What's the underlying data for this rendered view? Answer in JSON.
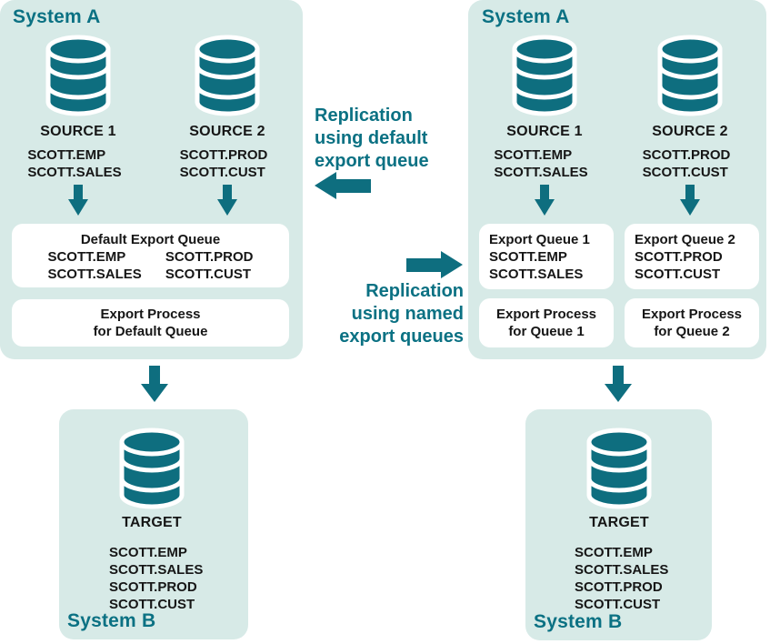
{
  "colors": {
    "teal_shape": "#0e6e7f",
    "teal_text": "#0b7183",
    "panel_background": "#d7eae7",
    "box_background": "#ffffff",
    "body_text": "#161616"
  },
  "panels": {
    "left_a": {
      "label": "System A",
      "sources": [
        {
          "name": "SOURCE 1",
          "schemas": [
            "SCOTT.EMP",
            "SCOTT.SALES"
          ]
        },
        {
          "name": "SOURCE 2",
          "schemas": [
            "SCOTT.PROD",
            "SCOTT.CUST"
          ]
        }
      ],
      "queue": {
        "title": "Default Export Queue",
        "columns": [
          [
            "SCOTT.EMP",
            "SCOTT.SALES"
          ],
          [
            "SCOTT.PROD",
            "SCOTT.CUST"
          ]
        ]
      },
      "process": [
        "Export Process",
        "for Default Queue"
      ]
    },
    "right_a": {
      "label": "System A",
      "sources": [
        {
          "name": "SOURCE 1",
          "schemas": [
            "SCOTT.EMP",
            "SCOTT.SALES"
          ]
        },
        {
          "name": "SOURCE 2",
          "schemas": [
            "SCOTT.PROD",
            "SCOTT.CUST"
          ]
        }
      ],
      "queues": [
        {
          "title": "Export Queue 1",
          "schemas": [
            "SCOTT.EMP",
            "SCOTT.SALES"
          ]
        },
        {
          "title": "Export Queue 2",
          "schemas": [
            "SCOTT.PROD",
            "SCOTT.CUST"
          ]
        }
      ],
      "processes": [
        [
          "Export Process",
          "for Queue 1"
        ],
        [
          "Export Process",
          "for Queue 2"
        ]
      ]
    },
    "left_b": {
      "label": "System B",
      "target": "TARGET",
      "schemas": [
        "SCOTT.EMP",
        "SCOTT.SALES",
        "SCOTT.PROD",
        "SCOTT.CUST"
      ]
    },
    "right_b": {
      "label": "System B",
      "target": "TARGET",
      "schemas": [
        "SCOTT.EMP",
        "SCOTT.SALES",
        "SCOTT.PROD",
        "SCOTT.CUST"
      ]
    }
  },
  "middle": {
    "default_flow": [
      "Replication",
      "using default",
      "export queue"
    ],
    "named_flow": [
      "Replication",
      "using named",
      "export queues"
    ]
  }
}
